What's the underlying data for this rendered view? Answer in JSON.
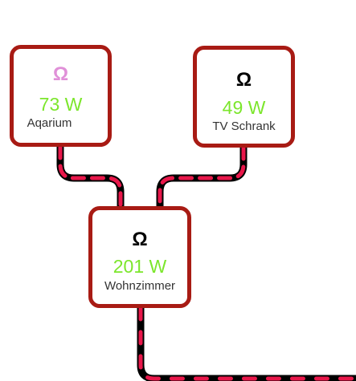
{
  "colors": {
    "node_border": "#a81b14",
    "wire": "#000000",
    "flow_dash": "#e8174a",
    "power_value": "#7ce62c",
    "aquarium_icon": "#e090d8",
    "default_icon": "#000000",
    "label_text": "#333333"
  },
  "nodes": {
    "aquarium": {
      "icon": "omega-icon",
      "icon_glyph": "Ω",
      "value": "73 W",
      "label": "Aqarium"
    },
    "tv_schrank": {
      "icon": "omega-icon",
      "icon_glyph": "Ω",
      "value": "49 W",
      "label": "TV Schrank"
    },
    "wohnzimmer": {
      "icon": "omega-icon",
      "icon_glyph": "Ω",
      "value": "201 W",
      "label": "Wohnzimmer"
    }
  }
}
